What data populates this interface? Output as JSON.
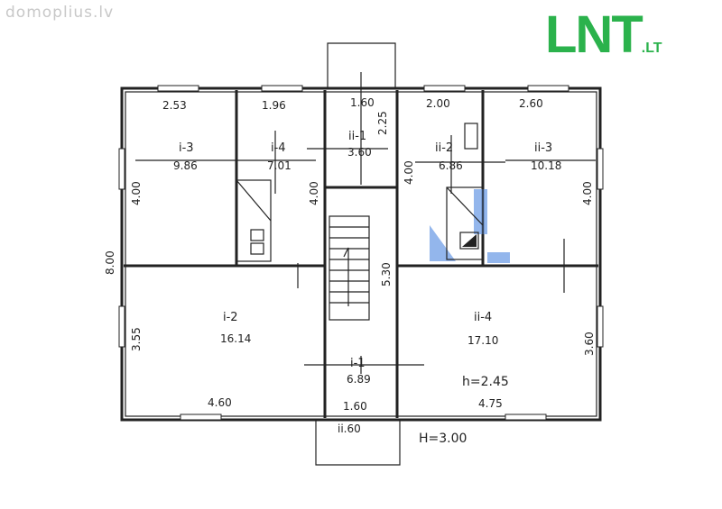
{
  "watermark": "domoplius.lv",
  "logo": {
    "main": "LNT",
    "suffix": ".LT",
    "color": "#2bb24c"
  },
  "rooms": [
    {
      "id": "room-i3",
      "name": "i-3",
      "area": "9.86"
    },
    {
      "id": "room-i4",
      "name": "i-4",
      "area": "7.01"
    },
    {
      "id": "room-ii1",
      "name": "ii-1",
      "area": "3.60"
    },
    {
      "id": "room-ii2",
      "name": "ii-2",
      "area": "6.86"
    },
    {
      "id": "room-ii3",
      "name": "ii-3",
      "area": "10.18"
    },
    {
      "id": "room-i2",
      "name": "i-2",
      "area": "16.14"
    },
    {
      "id": "room-i1",
      "name": "i-1",
      "area": "6.89"
    },
    {
      "id": "room-ii4",
      "name": "ii-4",
      "area": "17.10"
    }
  ],
  "dimensions": {
    "top_i3": "2.53",
    "top_i4": "1.96",
    "top_ii1": "1.60",
    "top_ii2": "2.00",
    "top_ii3": "2.60",
    "vert_ii1": "2.25",
    "left_i3": "4.00",
    "i4_right": "4.00",
    "ii2_left": "4.00",
    "right_ii3": "4.00",
    "overall_left": "8.00",
    "stair": "5.30",
    "left_i2": "3.55",
    "right_ii4": "3.60",
    "bottom_i2": "4.60",
    "bottom_ii4": "4.75",
    "bottom_i1": "1.60",
    "entrance_ii": "ii.60"
  },
  "notes": {
    "room_height": "h=2.45",
    "building_height": "H=3.00"
  }
}
